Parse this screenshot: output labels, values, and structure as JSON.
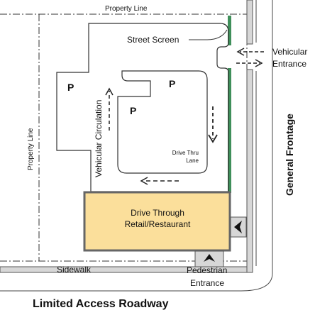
{
  "labels": {
    "property_line_top": "Property Line",
    "property_line_left": "Property Line",
    "street_screen": "Street Screen",
    "vehicular_entrance_1": "Vehicular",
    "vehicular_entrance_2": "Entrance",
    "vehicular_circulation": "Vehicular Circulation",
    "parking_1": "P",
    "parking_2": "P",
    "parking_3": "P",
    "drive_thru_lane_1": "Drive Thru",
    "drive_thru_lane_2": "Lane",
    "building_line_1": "Drive Through",
    "building_line_2": "Retail/Restaurant",
    "general_frontage": "General Frontage",
    "sidewalk": "Sidewalk",
    "pedestrian_entrance_1": "Pedestrian",
    "pedestrian_entrance_2": "Entrance",
    "limited_access_roadway": "Limited Access Roadway"
  },
  "colors": {
    "building_fill": "#fbdf9b",
    "building_stroke": "#666666",
    "street_screen": "#3f8f5a",
    "sidewalk_fill": "#d7d7d7",
    "line": "#333333"
  }
}
